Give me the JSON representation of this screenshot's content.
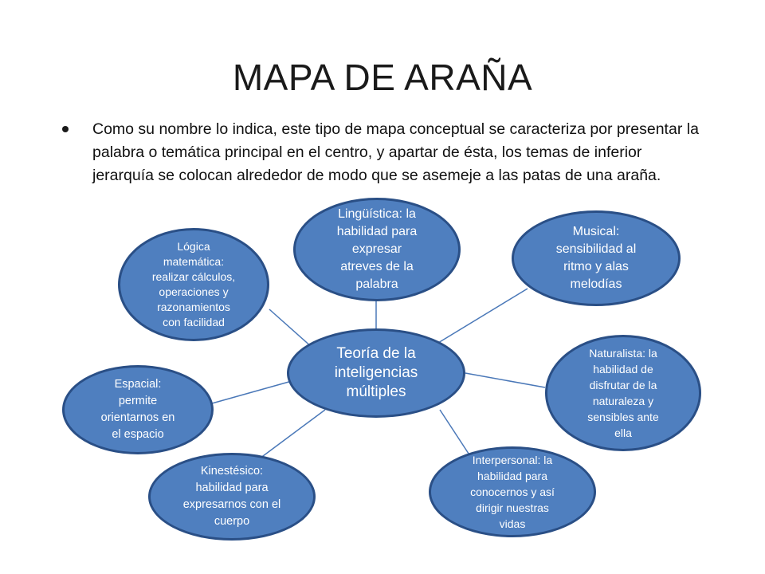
{
  "slide": {
    "title": "MAPA DE ARAÑA",
    "bullet": "Como su nombre lo indica, este tipo de mapa conceptual se caracteriza por presentar la palabra o temática principal en el centro, y apartar de ésta, los temas de inferior jerarquía se colocan alrededor de modo que se asemeje a las patas de una araña."
  },
  "diagram": {
    "center": "Teoría de la\ninteligencias\nmúltiples",
    "nodes": {
      "linguistica": "Lingüística: la\nhabilidad para\nexpresar\natreves de la\npalabra",
      "logica": "Lógica\nmatemática:\nrealizar cálculos,\noperaciones y\nrazonamientos\ncon facilidad",
      "musical": "Musical:\nsensibilidad  al\nritmo y alas\nmelodías",
      "naturalista": "Naturalista: la\nhabilidad de\ndisfrutar  de la\nnaturaleza y\nsensibles ante\nella",
      "espacial": "Espacial:\npermite\norientarnos en\nel espacio",
      "kinestesico": "Kinestésico:\nhabilidad para\nexpresarnos con el\ncuerpo",
      "interpersonal": "Interpersonal: la\nhabilidad para\nconocernos y así\ndirigir nuestras\nvidas"
    },
    "colors": {
      "node_fill": "#4f7fbf",
      "node_border": "#2a4f86",
      "connector": "#4a78b8",
      "node_text": "#ffffff"
    }
  }
}
